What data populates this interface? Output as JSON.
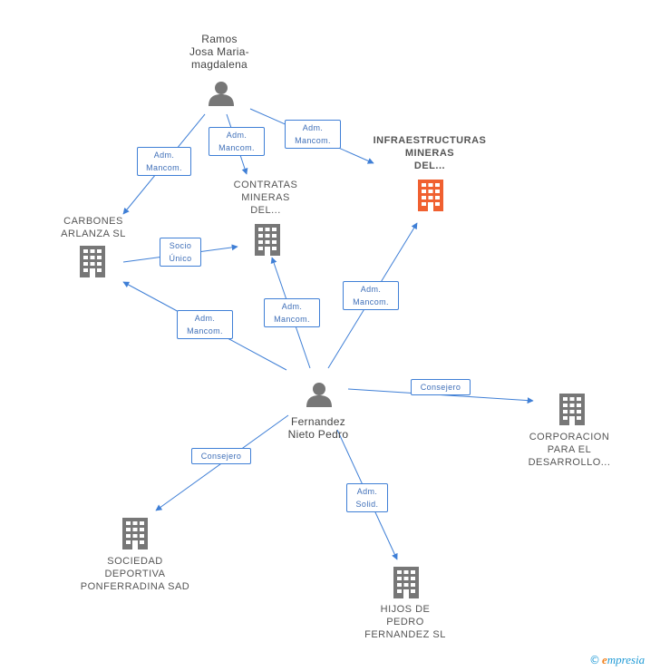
{
  "nodes": {
    "ramos": {
      "lines": [
        "Ramos",
        "Josa Maria-",
        "magdalena"
      ],
      "icon": "person-icon"
    },
    "fernandez": {
      "lines": [
        "Fernandez",
        "Nieto Pedro"
      ],
      "icon": "person-icon"
    },
    "infraestructuras": {
      "lines": [
        "INFRAESTRUCTURAS",
        "MINERAS",
        "DEL..."
      ],
      "icon": "building-icon"
    },
    "contratas": {
      "lines": [
        "CONTRATAS",
        "MINERAS",
        "DEL..."
      ],
      "icon": "building-icon"
    },
    "carbones": {
      "lines": [
        "CARBONES",
        "ARLANZA SL"
      ],
      "icon": "building-icon"
    },
    "corporacion": {
      "lines": [
        "CORPORACION",
        "PARA EL",
        "DESARROLLO..."
      ],
      "icon": "building-icon"
    },
    "sociedad": {
      "lines": [
        "SOCIEDAD",
        "DEPORTIVA",
        "PONFERRADINA SAD"
      ],
      "icon": "building-icon"
    },
    "hijos": {
      "lines": [
        "HIJOS DE",
        "PEDRO",
        "FERNANDEZ  SL"
      ],
      "icon": "building-icon"
    }
  },
  "edges": {
    "ramos_carbones": [
      "Adm.",
      "Mancom."
    ],
    "ramos_contratas": [
      "Adm.",
      "Mancom."
    ],
    "ramos_infra": [
      "Adm.",
      "Mancom."
    ],
    "carbones_contratas": [
      "Socio",
      "Único"
    ],
    "fern_carbones": [
      "Adm.",
      "Mancom."
    ],
    "fern_contratas": [
      "Adm.",
      "Mancom."
    ],
    "fern_infra": [
      "Adm.",
      "Mancom."
    ],
    "fern_corporacion": [
      "Consejero"
    ],
    "fern_sociedad": [
      "Consejero"
    ],
    "fern_hijos": [
      "Adm.",
      "Solid."
    ]
  },
  "colors": {
    "edge": "#3f7fd6",
    "icon": "#777777",
    "highlight_icon": "#f06030",
    "brand_blue": "#1f9ad6",
    "brand_orange": "#f0801c"
  },
  "footer": {
    "copyright": "©",
    "brand_first": "e",
    "brand_rest": "mpresia"
  }
}
